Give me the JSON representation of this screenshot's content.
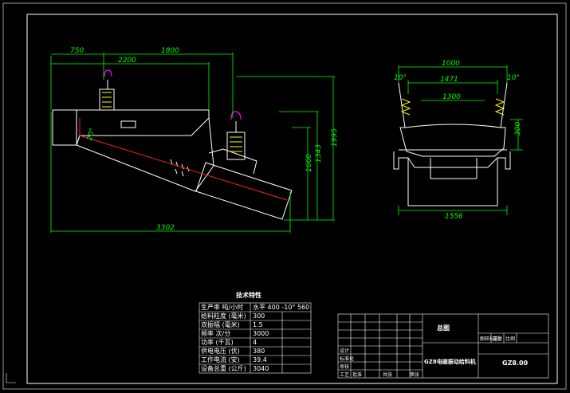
{
  "dimensions": {
    "d750": "750",
    "d1800": "1800",
    "d2200": "2200",
    "d3302": "3302",
    "d1660": "1660",
    "d1343": "1343",
    "d1995": "1995",
    "d20": "20°",
    "d1000": "1000",
    "d1471": "1471",
    "d1300": "1300",
    "d1556": "1556",
    "d300": "300",
    "d10a": "10°",
    "d10b": "10°"
  },
  "spec_table": {
    "title": "技术特性",
    "rows": [
      {
        "label": "生产率 吨/小时",
        "value": "水平 400 -10° 560"
      },
      {
        "label": "给料粒度 (毫米)",
        "value": "300"
      },
      {
        "label": "双振幅 (毫米)",
        "value": "1.5"
      },
      {
        "label": "频率 次/分",
        "value": "3000"
      },
      {
        "label": "功率 (千瓦)",
        "value": "4"
      },
      {
        "label": "供电电压 (伏)",
        "value": "380"
      },
      {
        "label": "工作电流 (安)",
        "value": "39.4"
      },
      {
        "label": "设备总重 (公斤)",
        "value": "3040"
      }
    ]
  },
  "title_block": {
    "assembly": "总图",
    "product": "GZ8电磁振动给料机",
    "code": "GZ8.00",
    "cells": [
      "图样标记",
      "重量",
      "比例",
      "设计",
      "标准化",
      "审核",
      "工艺",
      "批准",
      "共张",
      "第张"
    ]
  }
}
